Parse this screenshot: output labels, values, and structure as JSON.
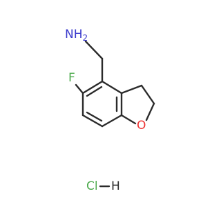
{
  "molecule": {
    "atoms": {
      "amine": {
        "text": "NH",
        "subscript": "2",
        "color": "#3a3acc"
      },
      "fluorine": {
        "text": "F",
        "color": "#4caa4c"
      },
      "oxygen": {
        "text": "O",
        "color": "#ee3333"
      }
    },
    "salt": {
      "chlorine": {
        "text": "Cl",
        "color": "#4caa4c"
      },
      "hydrogen": {
        "text": "H",
        "color": "#2b2b2b"
      }
    },
    "bond_color": "#2b2b2b"
  }
}
